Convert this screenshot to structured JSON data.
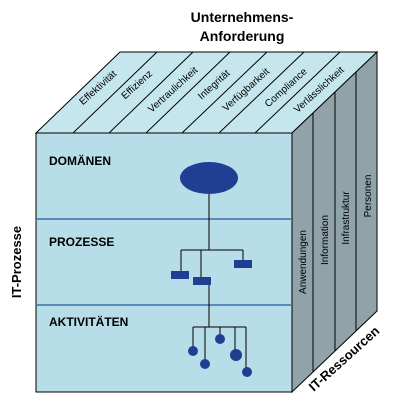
{
  "title_line1": "Unternehmens-",
  "title_line2": "Anforderung",
  "left_label": "IT-Prozesse",
  "bottom_label": "IT-Ressourcen",
  "top_criteria": [
    "Effektivität",
    "Effizienz",
    "Vertraulichkeit",
    "Integrität",
    "Verfügbarkeit",
    "Compliance",
    "Verlässlichkeit"
  ],
  "front_rows": [
    "DOMÄNEN",
    "PROZESSE",
    "AKTIVITÄTEN"
  ],
  "side_resources": [
    "Anwendungen",
    "Information",
    "Infrastruktur",
    "Personen"
  ],
  "colors": {
    "front_face": "#b7dde8",
    "top_face": "#c6e6ee",
    "side_face": "#8fa3a8",
    "edge": "#000000",
    "divider": "#3a6fa8",
    "shape_fill": "#1f3f93"
  }
}
